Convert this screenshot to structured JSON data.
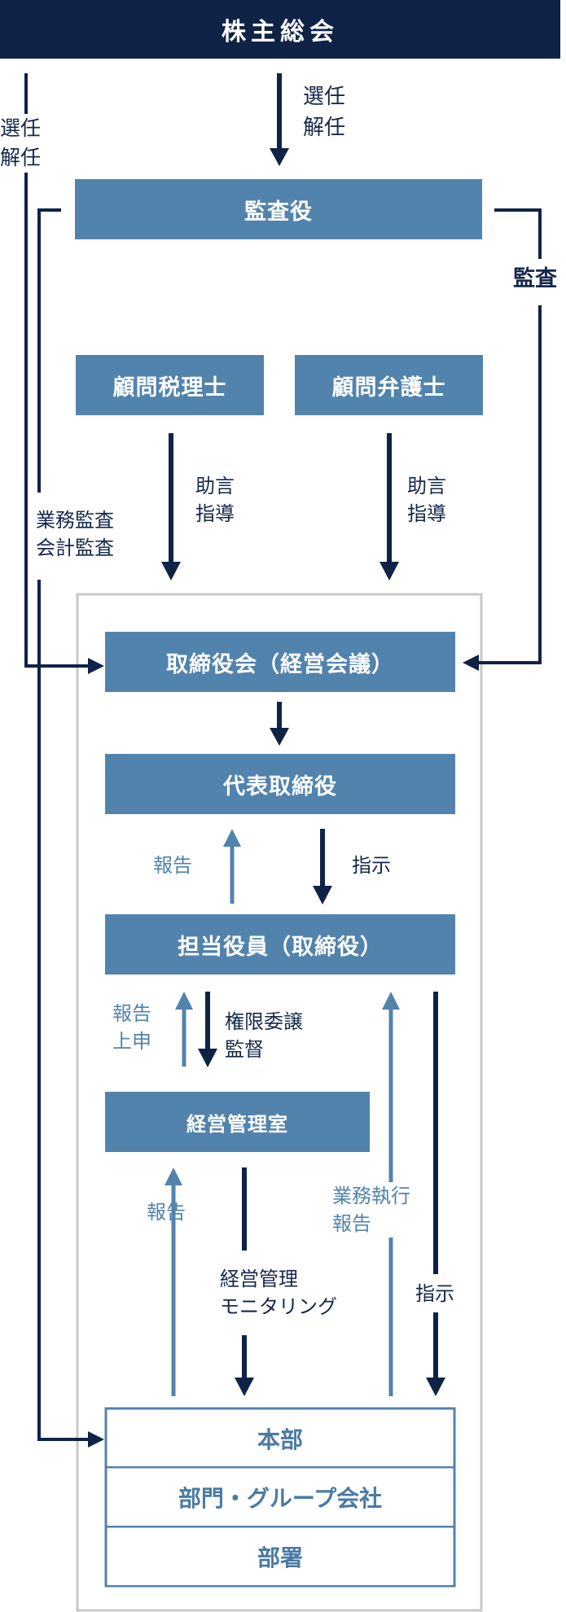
{
  "nodes": {
    "shareholders_meeting": "株主総会",
    "auditor": "監査役",
    "tax_advisor": "顧問税理士",
    "legal_advisor": "顧問弁護士",
    "board": "取締役会（経営会議）",
    "representative_director": "代表取締役",
    "executive_officer": "担当役員（取締役）",
    "management_office": "経営管理室",
    "headquarters": "本部",
    "divisions": "部門・グループ会社",
    "departments": "部署"
  },
  "labels": {
    "appoint_dismiss_right": "選任\n解任",
    "appoint_dismiss_left": "選任\n解任",
    "audit": "監査",
    "advice_tax": "助言\n指導",
    "advice_legal": "助言\n指導",
    "business_accounting_audit": "業務監査\n会計監査",
    "report_rep": "報告",
    "instruct_rep": "指示",
    "report_submit": "報告\n上申",
    "delegate_supervise": "権限委譲\n監督",
    "report_office": "報告",
    "monitoring": "経営管理\nモニタリング",
    "business_exec_report": "業務執行\n報告",
    "instruct_exec": "指示"
  },
  "colors": {
    "navy": "#0f2347",
    "steel_blue": "#5283ad",
    "frame_gray": "#c8c8c8",
    "white": "#ffffff"
  }
}
